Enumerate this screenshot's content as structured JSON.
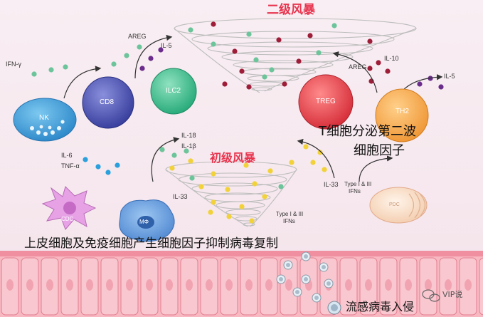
{
  "titles": {
    "secondary_storm": "二级风暴",
    "primary_storm": "初级风暴"
  },
  "captions": {
    "t_cell_line1": "T细胞分泌第二波",
    "t_cell_line2": "细胞因子",
    "epithelial": "上皮细胞及免疫细胞产生细胞因子抑制病毒复制",
    "virus_legend": "流感病毒入侵",
    "watermark": "VIP说"
  },
  "cells": {
    "nk": "NK",
    "cd8": "CD8",
    "ilc2": "ILC2",
    "treg": "TREG",
    "th2": "TH2",
    "cdc": "CDC",
    "mo": "MΦ",
    "pdc": "PDC"
  },
  "cytokines": {
    "ifn_gamma": "IFN-γ",
    "areg_left": "AREG",
    "il5_left": "IL-5",
    "il10": "IL-10",
    "areg_right": "AREG",
    "il5_right": "IL-5",
    "il18": "IL-18",
    "il1b": "IL-1β",
    "il6": "IL-6",
    "tnf_alpha": "TNF-α",
    "il33_left": "IL-33",
    "il33_right": "IL-33",
    "type_ifn_right_1": "Type I & III",
    "type_ifn_right_2": "IFNs",
    "type_ifn_center_1": "Type I & III",
    "type_ifn_center_2": "IFNs"
  },
  "colors": {
    "title_red": "#e8354f",
    "nk": "#3aa0d8",
    "cd8": "#3f47a8",
    "ilc2": "#35b58a",
    "treg": "#e23c44",
    "th2": "#f3a34a",
    "epithelium": "#f49aa7",
    "dot_yellow": "#f2d23a",
    "dot_green": "#6cc49a",
    "dot_darkred": "#9e1d38",
    "dot_purple": "#6b2d8c",
    "dot_blue": "#2aa0dc"
  }
}
